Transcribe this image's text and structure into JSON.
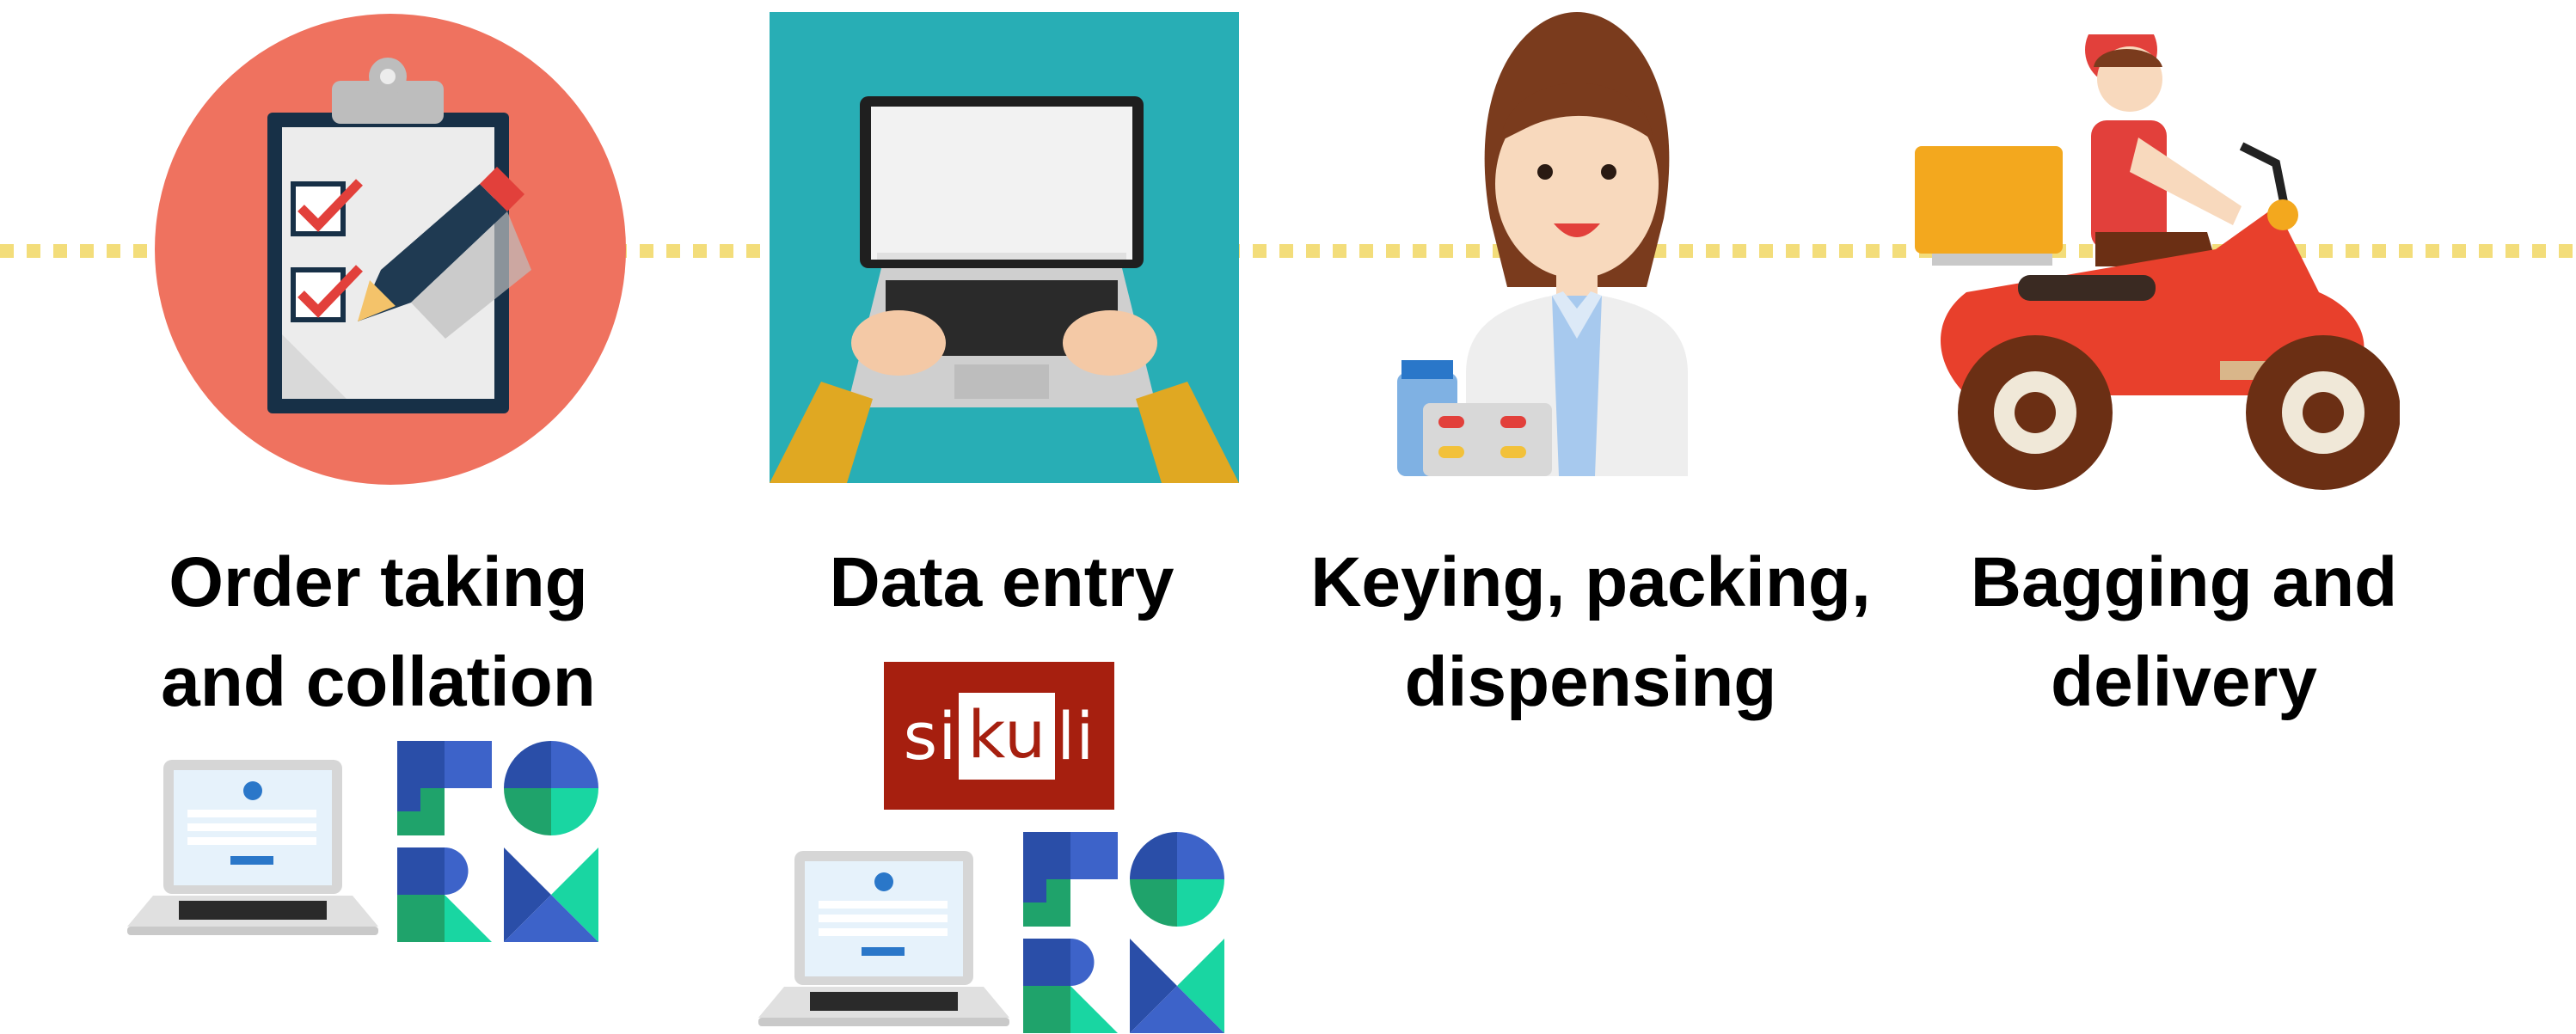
{
  "steps": [
    {
      "label_line1": "Order taking",
      "label_line2": "and collation",
      "illustration": "clipboard-checklist-icon",
      "tools": [
        "laptop-form-icon",
        "form-logo-icon"
      ]
    },
    {
      "label_line1": "Data entry",
      "illustration": "laptop-typing-icon",
      "tools": [
        "sikuli-logo",
        "laptop-form-icon",
        "form-logo-icon"
      ]
    },
    {
      "label_line1": "Keying, packing,",
      "label_line2": "dispensing",
      "illustration": "pharmacist-icon",
      "tools": []
    },
    {
      "label_line1": "Bagging and",
      "label_line2": "delivery",
      "illustration": "delivery-scooter-icon",
      "tools": []
    }
  ],
  "sikuli_logo": {
    "part1": "si",
    "part2": "ku",
    "part3": "li"
  },
  "colors": {
    "timeline": "#f3dd7a",
    "clipboard_circle": "#ef725f",
    "laptop_bg": "#28aeb5",
    "sikuli": "#a61f0f",
    "scooter": "#e8402c"
  }
}
